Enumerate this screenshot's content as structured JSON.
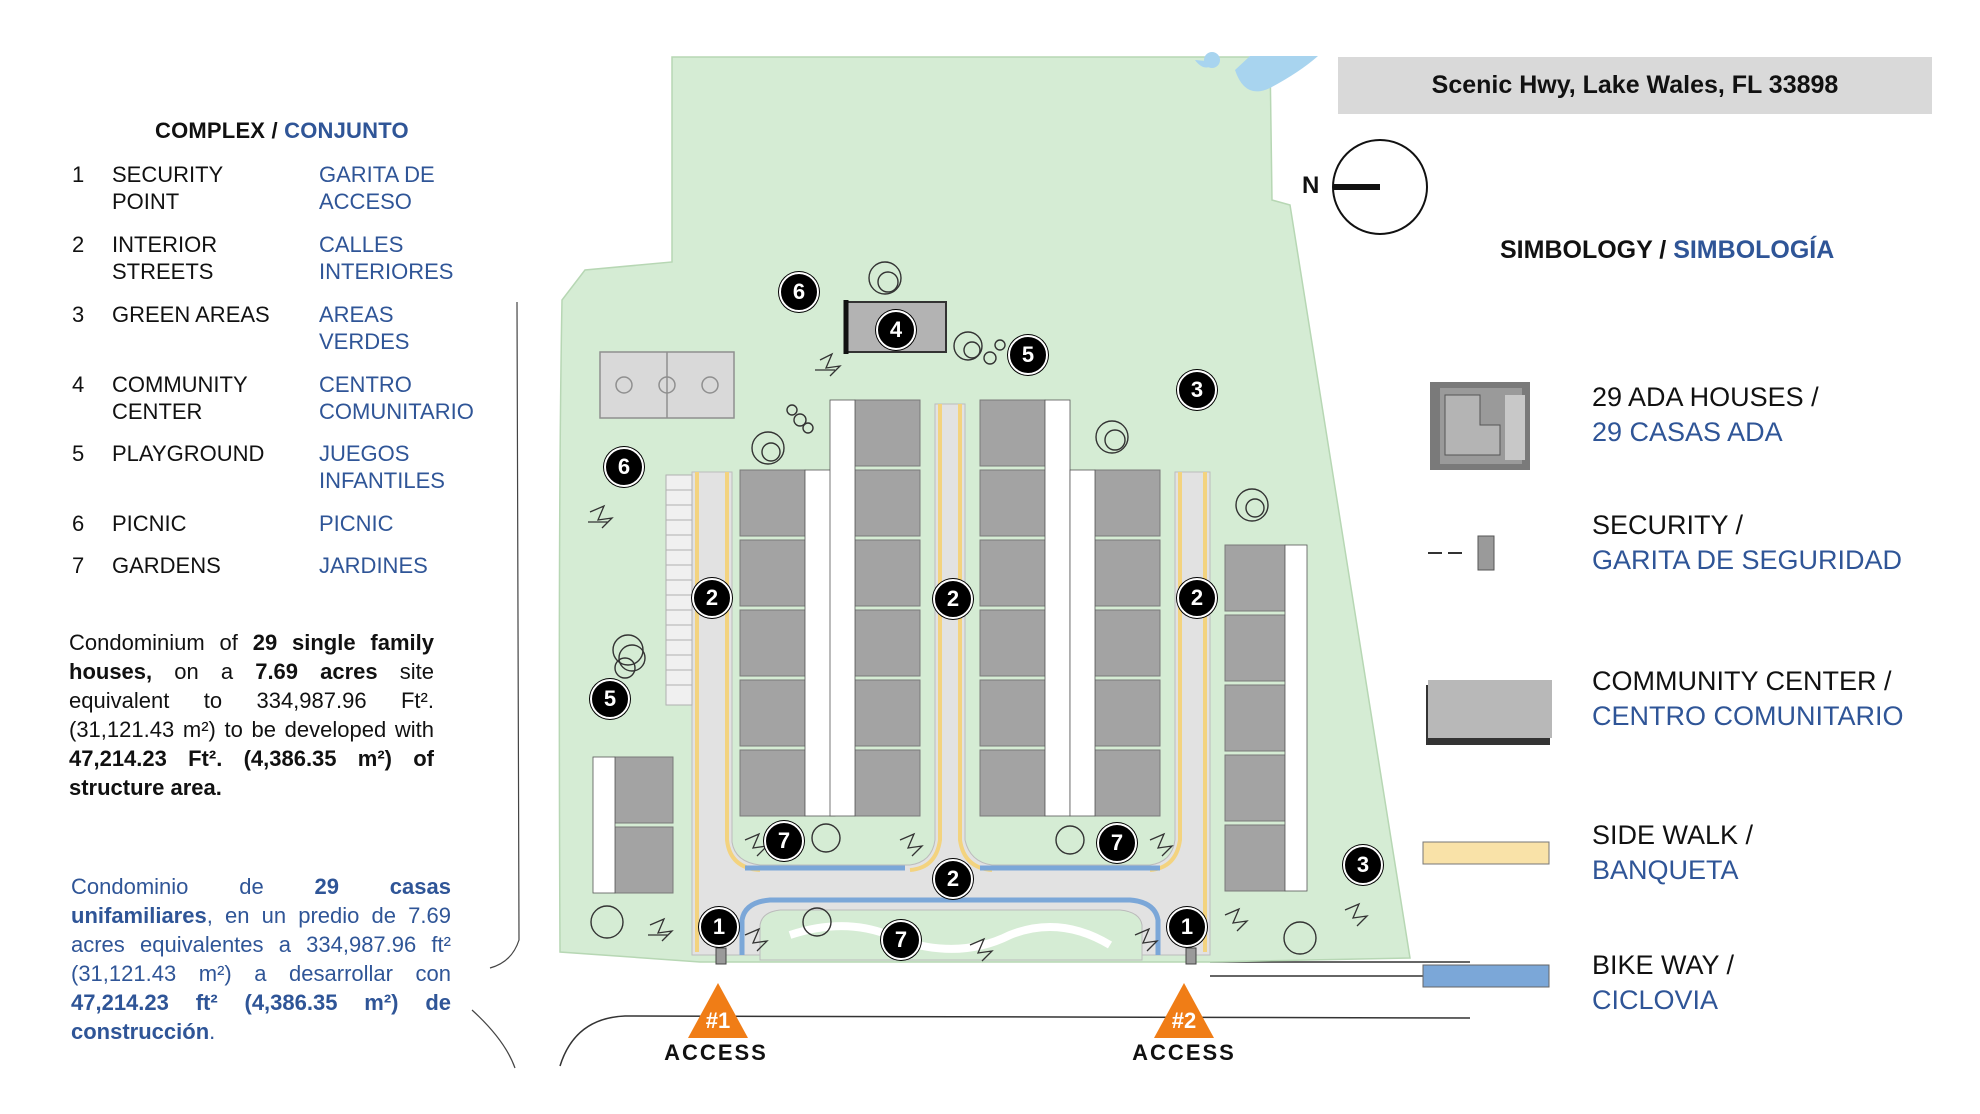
{
  "complex": {
    "title_en": "COMPLEX",
    "separator": " / ",
    "title_es": "CONJUNTO",
    "items": [
      {
        "num": "1",
        "en": "SECURITY POINT",
        "es": "GARITA DE ACCESO"
      },
      {
        "num": "2",
        "en": "INTERIOR STREETS",
        "es": "CALLES INTERIORES"
      },
      {
        "num": "3",
        "en": "GREEN AREAS",
        "es": "AREAS VERDES"
      },
      {
        "num": "4",
        "en": "COMMUNITY CENTER",
        "es": "CENTRO COMUNITARIO"
      },
      {
        "num": "5",
        "en": "PLAYGROUND",
        "es": "JUEGOS INFANTILES"
      },
      {
        "num": "6",
        "en": "PICNIC",
        "es": "PICNIC"
      },
      {
        "num": "7",
        "en": "GARDENS",
        "es": "JARDINES"
      }
    ]
  },
  "description_en": {
    "t1": "Condominium of ",
    "b1": "29 single family houses,",
    "t2": " on a ",
    "b2": "7.69 acres",
    "t3": " site equivalent to 334,987.96 Ft². (31,121.43 m²) to be developed with ",
    "b3": "47,214.23 Ft². (4,386.35 m²) of structure area."
  },
  "description_es": {
    "t1": "Condominio de ",
    "b1": "29 casas unifamiliares",
    "t2": ", en un predio de 7.69 acres equivalentes a 334,987.96 ft² (31,121.43 m²) a desarrollar con ",
    "b2": "47,214.23 ft² (4,386.35 m²) de construcción",
    "t3": "."
  },
  "address": "Scenic Hwy, Lake Wales, FL 33898",
  "north_label": "N",
  "simbology": {
    "title_en": "SIMBOLOGY",
    "separator": " / ",
    "title_es": "SIMBOLOGÍA",
    "items": [
      {
        "en": "29 ADA HOUSES /",
        "es": "29 CASAS ADA"
      },
      {
        "en": "SECURITY /",
        "es": "GARITA DE SEGURIDAD"
      },
      {
        "en": "COMMUNITY CENTER /",
        "es": "CENTRO COMUNITARIO"
      },
      {
        "en": "SIDE WALK /",
        "es": "BANQUETA"
      },
      {
        "en": "BIKE WAY /",
        "es": "CICLOVIA"
      }
    ]
  },
  "map_markers": [
    "6",
    "4",
    "5",
    "3",
    "6",
    "2",
    "2",
    "2",
    "5",
    "7",
    "7",
    "2",
    "3",
    "1",
    "7",
    "1"
  ],
  "access": [
    {
      "num": "#1",
      "label": "ACCESS"
    },
    {
      "num": "#2",
      "label": "ACCESS"
    }
  ],
  "colors": {
    "green_area": "#d5ecd4",
    "street": "#e2e2e2",
    "house": "#9d9d9d",
    "sidewalk": "#f9e2a8",
    "bikeway": "#7ba7d8",
    "accent_blue": "#2f5597",
    "access_orange": "#f07d16"
  }
}
